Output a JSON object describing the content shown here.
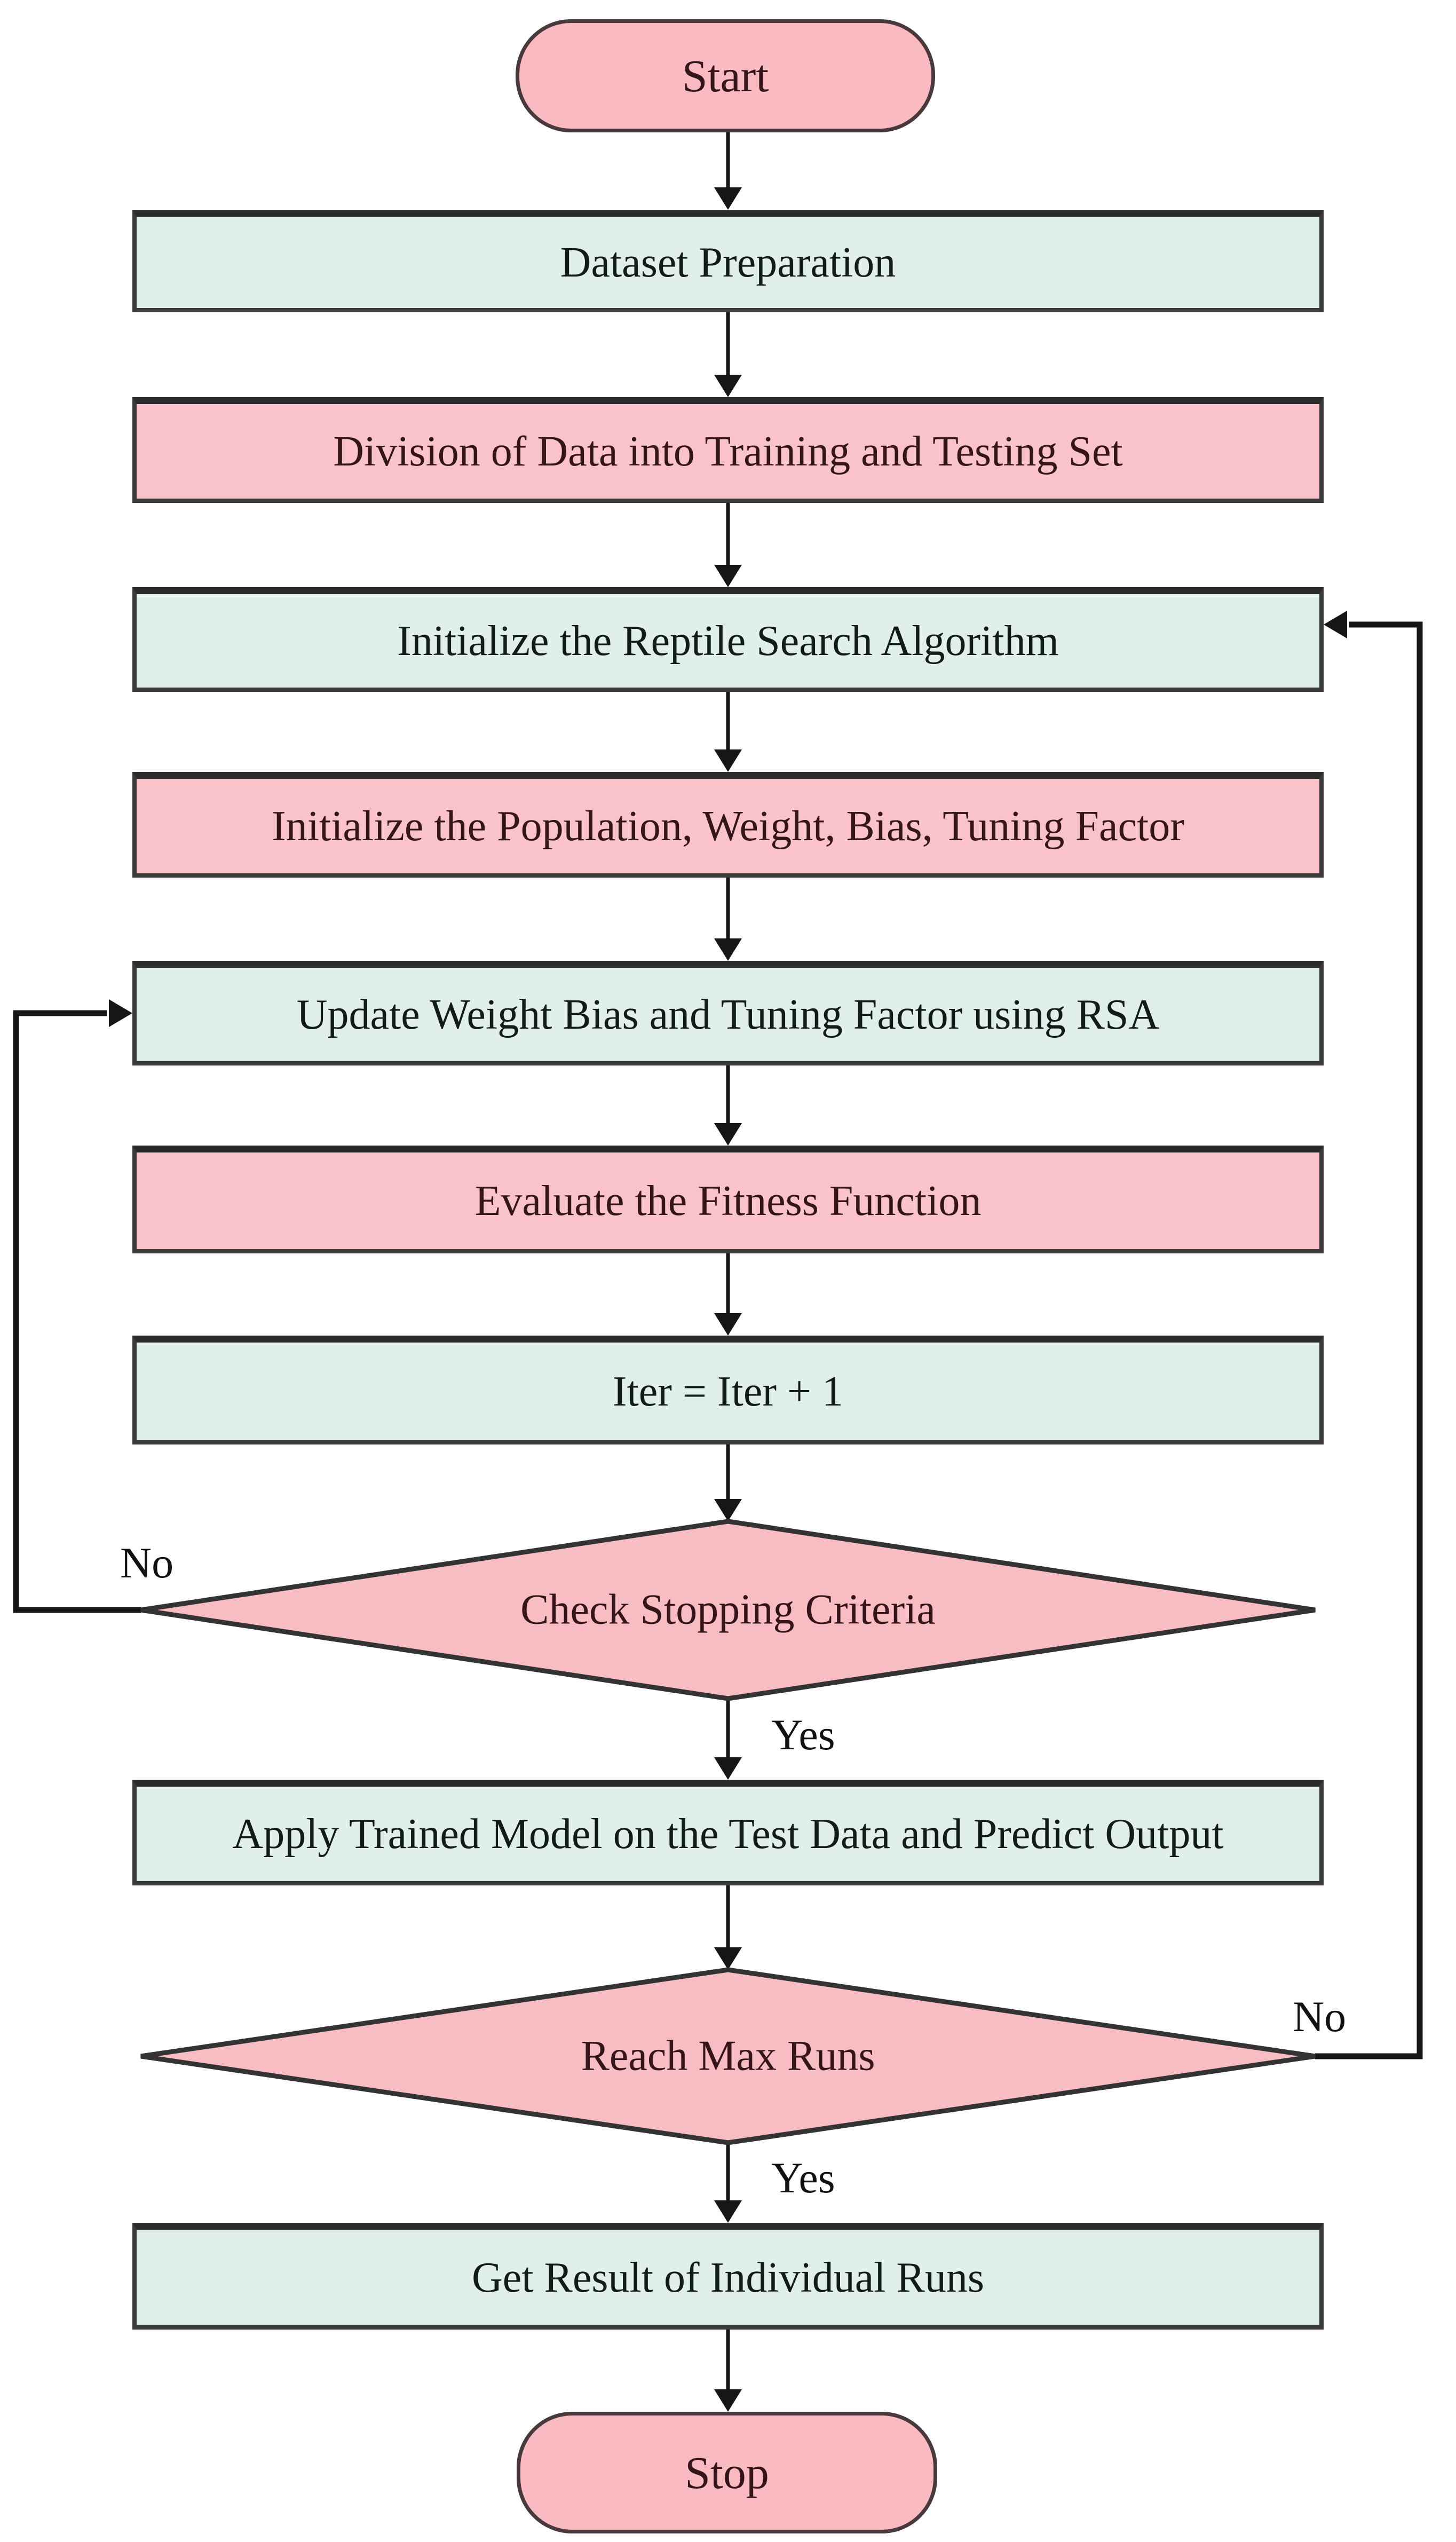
{
  "flowchart": {
    "nodes": {
      "start": {
        "label": "Start",
        "type": "terminator"
      },
      "dataset": {
        "label": "Dataset Preparation",
        "type": "process"
      },
      "division": {
        "label": "Division of Data into Training and Testing Set",
        "type": "process"
      },
      "init_rsa": {
        "label": "Initialize the Reptile Search Algorithm",
        "type": "process"
      },
      "init_pop": {
        "label": "Initialize the Population, Weight, Bias, Tuning Factor",
        "type": "process"
      },
      "update": {
        "label": "Update Weight Bias and Tuning Factor using RSA",
        "type": "process"
      },
      "evaluate": {
        "label": "Evaluate the Fitness Function",
        "type": "process"
      },
      "iter": {
        "label": "Iter = Iter + 1",
        "type": "process"
      },
      "check": {
        "label": "Check Stopping Criteria",
        "type": "decision"
      },
      "apply": {
        "label": "Apply Trained Model on the Test Data and Predict Output",
        "type": "process"
      },
      "reach": {
        "label": "Reach Max Runs",
        "type": "decision"
      },
      "result": {
        "label": "Get Result of Individual Runs",
        "type": "process"
      },
      "stop": {
        "label": "Stop",
        "type": "terminator"
      }
    },
    "edges": {
      "check_yes": {
        "label": "Yes"
      },
      "check_no": {
        "label": "No"
      },
      "reach_yes": {
        "label": "Yes"
      },
      "reach_no": {
        "label": "No"
      }
    },
    "colors": {
      "process_pink_fill": "#fac2c9",
      "process_mint_fill": "#e0efe9",
      "terminator_fill": "#f9bac1",
      "diamond_fill": "#f8bcc3",
      "box_border": "#3a3a3a",
      "connector_line": "#161616",
      "text_on_pink": "#33151a",
      "text_on_mint": "#121c17",
      "background": "#ffffff"
    }
  }
}
